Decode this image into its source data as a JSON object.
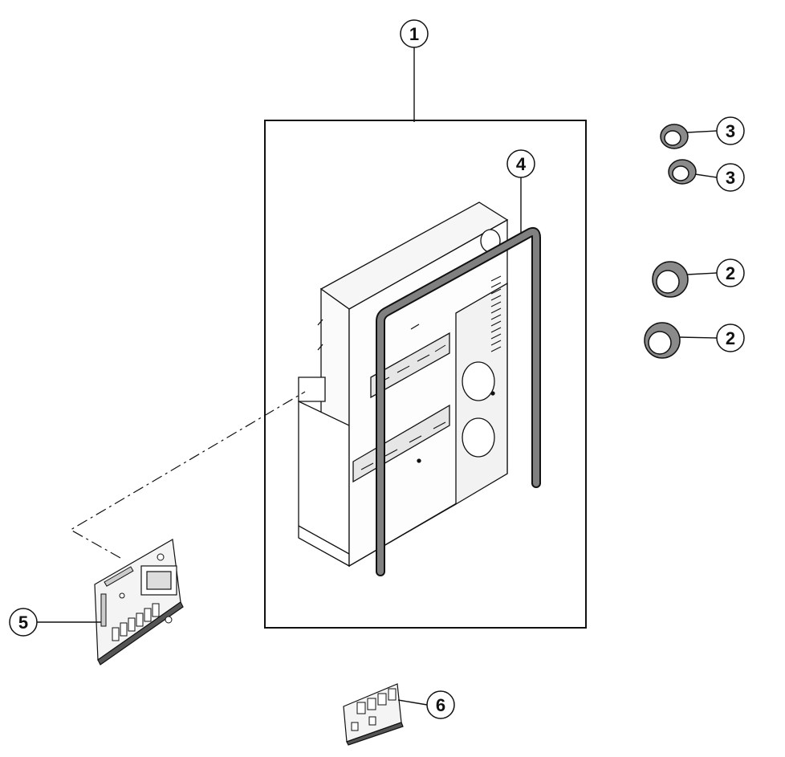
{
  "callouts": [
    {
      "id": "c1",
      "label": "1",
      "part": "enclosure-box"
    },
    {
      "id": "c2a",
      "label": "2",
      "part": "large-cable-gland-upper"
    },
    {
      "id": "c2b",
      "label": "2",
      "part": "large-cable-gland-lower"
    },
    {
      "id": "c3a",
      "label": "3",
      "part": "small-cable-gland-upper"
    },
    {
      "id": "c3b",
      "label": "3",
      "part": "small-cable-gland-lower"
    },
    {
      "id": "c4",
      "label": "4",
      "part": "gasket"
    },
    {
      "id": "c5",
      "label": "5",
      "part": "main-control-board"
    },
    {
      "id": "c6",
      "label": "6",
      "part": "expansion-board"
    }
  ],
  "colors": {
    "line": "#111111",
    "gasket": "#777777",
    "gland_fill": "#8a8a8a",
    "panel": "#f4f4f4"
  }
}
